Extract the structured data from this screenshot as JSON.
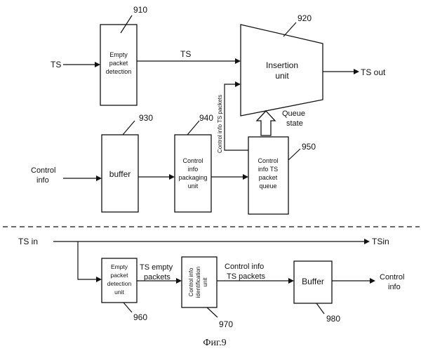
{
  "figure": {
    "caption": "Фиг.9",
    "top": {
      "input_ts": "TS",
      "input_control": [
        "Control",
        "info"
      ],
      "output_ts": "TS out",
      "mid_ts": "TS",
      "vertical_label": "Control info TS packets",
      "queue_state": [
        "Queue",
        "state"
      ],
      "blocks": {
        "empty_detection": {
          "label": [
            "Empty",
            "packet",
            "detection"
          ],
          "ref": "910"
        },
        "insertion": {
          "label": [
            "Insertion",
            "unit"
          ],
          "ref": "920"
        },
        "buffer": {
          "label": "buffer",
          "ref": "930"
        },
        "packaging": {
          "label": [
            "Control",
            "info",
            "packaging",
            "unit"
          ],
          "ref": "940"
        },
        "queue": {
          "label": [
            "Control",
            "info TS",
            "packet",
            "queue"
          ],
          "ref": "950"
        }
      }
    },
    "bottom": {
      "ts_in": "TS in",
      "ts_in_right": "TSin",
      "ts_empty": [
        "TS empty",
        "packets"
      ],
      "control_ts": [
        "Control info",
        "TS packets"
      ],
      "control_out": [
        "Control",
        "info"
      ],
      "blocks": {
        "empty_detection_unit": {
          "label": [
            "Empty",
            "packet",
            "detection",
            "unit"
          ],
          "ref": "960"
        },
        "identification": {
          "label": [
            "Control info",
            "identification",
            "unit"
          ],
          "ref": "970"
        },
        "buffer": {
          "label": "Buffer",
          "ref": "980"
        }
      }
    }
  }
}
